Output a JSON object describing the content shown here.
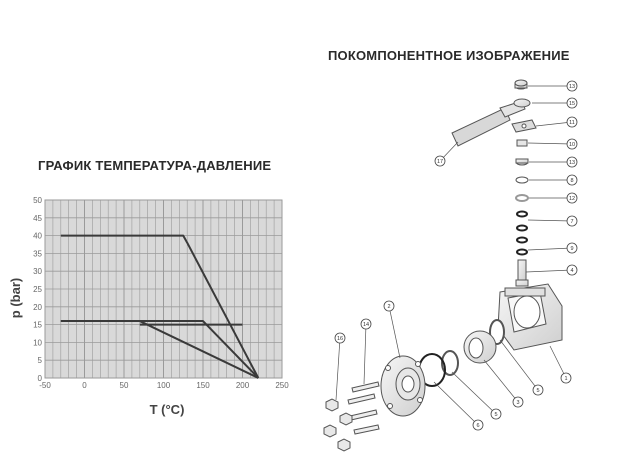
{
  "graph_title": "ГРАФИК ТЕМПЕРАТУРА-ДАВЛЕНИЕ",
  "exploded_title": "ПОКОМПОНЕНТНОЕ ИЗОБРАЖЕНИЕ",
  "chart_data": {
    "type": "line",
    "xlabel": "T (°C)",
    "ylabel": "p (bar)",
    "xlim": [
      -50,
      250
    ],
    "ylim": [
      0,
      50
    ],
    "xticks": [
      -50,
      0,
      50,
      100,
      150,
      200,
      250
    ],
    "yticks": [
      0,
      5,
      10,
      15,
      20,
      25,
      30,
      35,
      40,
      45,
      50
    ],
    "grid": true,
    "series": [
      {
        "x": [
          -30,
          125,
          130,
          220
        ],
        "y": [
          40,
          40,
          38,
          0
        ]
      },
      {
        "x": [
          -30,
          70,
          220
        ],
        "y": [
          16,
          16,
          0
        ]
      },
      {
        "x": [
          -30,
          150,
          220
        ],
        "y": [
          16,
          16,
          0
        ]
      },
      {
        "x": [
          70,
          200
        ],
        "y": [
          15,
          15
        ]
      }
    ]
  },
  "exploded": {
    "callouts": [
      "13",
      "15",
      "11",
      "10",
      "13",
      "8",
      "12",
      "7",
      "9",
      "4",
      "1",
      "5",
      "3",
      "5",
      "6",
      "2",
      "14",
      "16",
      "17"
    ]
  },
  "colors": {
    "line": "#3a3a3a",
    "grid": "#9a9a9a",
    "plot_bg": "#d9d9d9",
    "part_fill": "#eeeeee",
    "part_stroke": "#555555"
  }
}
